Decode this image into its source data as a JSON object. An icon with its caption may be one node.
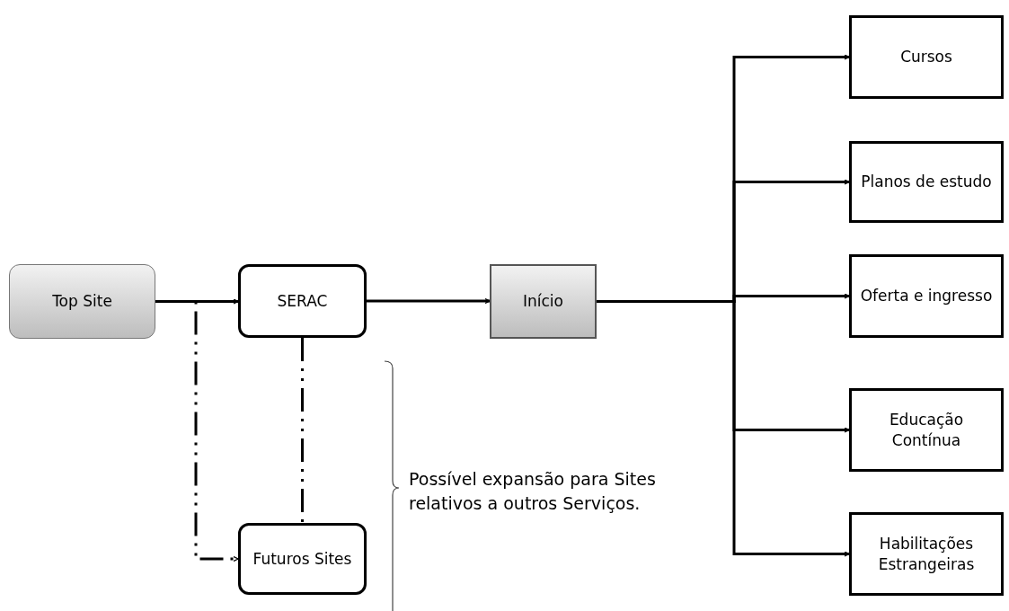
{
  "diagram": {
    "nodes": [
      {
        "text": [
          "Top Site"
        ]
      },
      {
        "text": [
          "SERAC"
        ]
      },
      {
        "text": [
          "Início"
        ]
      },
      {
        "text": [
          "Cursos"
        ]
      },
      {
        "text": [
          "Planos de estudo"
        ]
      },
      {
        "text": [
          "Oferta e ingresso"
        ]
      },
      {
        "text": [
          "Educação Contínua"
        ]
      },
      {
        "text": [
          "Habilitações Estrangeiras"
        ]
      },
      {
        "text": [
          "Futuros Sites"
        ]
      }
    ],
    "edges": [
      {
        "from": 0,
        "to": 1,
        "arrow": "to"
      },
      {
        "from": 1,
        "to": 2,
        "arrow": "to"
      },
      {
        "from": 2,
        "to": 3,
        "arrow": "to"
      },
      {
        "from": 2,
        "to": 4,
        "arrow": "to"
      },
      {
        "from": 2,
        "to": 5,
        "arrow": "to"
      },
      {
        "from": 2,
        "to": 6,
        "arrow": "to"
      },
      {
        "from": 2,
        "to": 7,
        "arrow": "to"
      },
      {
        "from": 0,
        "to": 8,
        "arrow": "to",
        "style": "dashed"
      },
      {
        "from": 1,
        "to": 8,
        "arrow": "none",
        "style": "dashed"
      }
    ],
    "labels": [
      "Possível expansão para Sites relativos a outros Serviços."
    ]
  }
}
